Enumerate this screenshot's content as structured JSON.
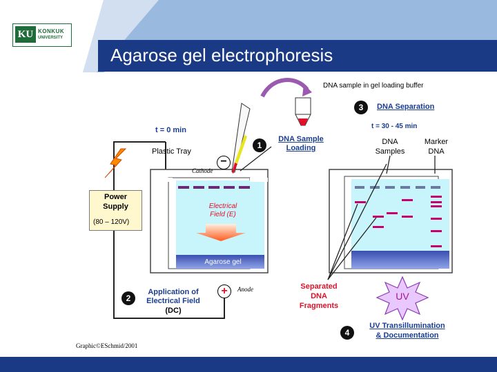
{
  "header": {
    "title": "Agarose gel electrophoresis",
    "logo": {
      "mark": "KU",
      "line1": "KONKUK",
      "line2": "UNIVERSITY"
    }
  },
  "diagram": {
    "sample_in_buffer": "DNA sample in gel loading buffer",
    "step3_num": "3",
    "step3_label": "DNA Separation",
    "t_start": "t = 0 min",
    "t_end": "t = 30 - 45 min",
    "plastic_tray": "Plastic Tray",
    "step1_num": "1",
    "step1_line1": "DNA Sample",
    "step1_line2": "Loading",
    "dna_samples_1": "DNA",
    "dna_samples_2": "Samples",
    "marker_1": "Marker",
    "marker_2": "DNA",
    "cathode": "Cathode",
    "minus": "−",
    "plus": "+",
    "anode": "Anode",
    "power_1": "Power",
    "power_2": "Supply",
    "power_v": "(80 – 120V)",
    "field_1": "Electrical",
    "field_2": "Field (E)",
    "agarose": "Agarose gel",
    "step2_num": "2",
    "step2_1": "Application of",
    "step2_2": "Electrical Field",
    "step2_3": "(DC)",
    "separated_1": "Separated",
    "separated_2": "DNA",
    "separated_3": "Fragments",
    "uv": "UV",
    "step4_num": "4",
    "step4_1": "UV Transillumination",
    "step4_2": "& Documentation",
    "credit": "Graphic©ESchmid/2001"
  },
  "colors": {
    "title_bar": "#1a3a86",
    "sky": "#9ab9de",
    "gel": "#c8f4fb",
    "band": "#c8006e",
    "accent_red": "#e0102a",
    "text_blue": "#1a3d8f"
  }
}
